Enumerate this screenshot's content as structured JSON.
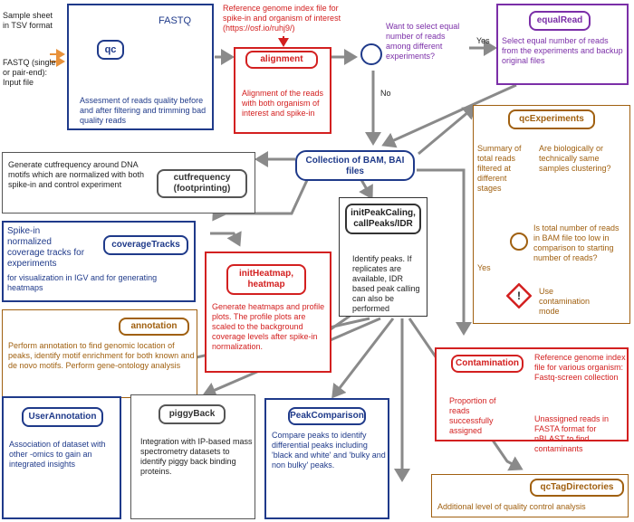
{
  "input": {
    "sample_sheet": "Sample sheet in TSV format",
    "fastq_input": "FASTQ (single or pair-end): Input file"
  },
  "qc": {
    "pill": "qc",
    "fastq_label": "FASTQ",
    "description": "Assesment of reads quality before and after filtering and trimming bad quality reads"
  },
  "reference_note": "Reference genome index file for spike-in and organism of interest (https://osf.io/ruhj9/)",
  "alignment": {
    "pill": "alignment",
    "description": "Alignment of the reads with both organism of interest and spike-in"
  },
  "decision": {
    "question": "Want to select equal number of reads among different experiments?",
    "yes": "Yes",
    "no": "No"
  },
  "equalRead": {
    "pill": "equalRead",
    "description": "Select equal number of reads from the experiments and backup original files"
  },
  "collection": {
    "pill": "Collection of BAM, BAI files"
  },
  "cutfrequency": {
    "pill": "cutfrequency (footprinting)",
    "description": "Generate cutfrequency around DNA motifs which are normalized with both spike-in and control experiment"
  },
  "qcExperiments": {
    "pill": "qcExperiments",
    "summary": "Summary of total reads filtered at different stages",
    "clustering": "Are biologically or technically same samples clustering?",
    "too_low": "Is total number of reads in BAM file too low in comparison to starting number of reads?",
    "yes": "Yes",
    "use_mode": "Use contamination mode"
  },
  "coverageTracks": {
    "pill": "coverageTracks",
    "title": "Spike-in normalized coverage tracks for experiments",
    "description": "for visualization in IGV and for generating heatmaps"
  },
  "initPeak": {
    "pill": "initPeakCaling, callPeaks/IDR",
    "description": "Identify peaks. If replicates are available, IDR based peak calling can also be performed"
  },
  "initHeatmap": {
    "pill": "initHeatmap, heatmap",
    "description": "Generate heatmaps and profile plots. The profile plots are scaled to the background coverage levels after spike-in normalization."
  },
  "annotation": {
    "pill": "annotation",
    "description": "Perform annotation to find genomic location of peaks, identify motif enrichment for both known and de novo motifs. Perform gene-ontology analysis"
  },
  "contamination": {
    "pill": "Contamination",
    "reference": "Reference genome index file for various organism: Fastq-screen collection",
    "proportion": "Proportion of reads successfully assigned",
    "unassigned": "Unassigned reads in FASTA format for nBLAST to find contaminants"
  },
  "userAnnotation": {
    "pill": "UserAnnotation",
    "description": "Association of dataset with other -omics to gain an integrated insights"
  },
  "piggyBack": {
    "pill": "piggyBack",
    "description": "Integration with IP-based mass spectrometry datasets to identify piggy back binding proteins."
  },
  "peakComparison": {
    "pill": "PeakComparison",
    "description": "Compare peaks to identify differential peaks including 'black and white' and 'bulky and non bulky' peaks."
  },
  "qcTagDirectories": {
    "pill": "qcTagDirectories",
    "description": "Additional level of quality control analysis"
  },
  "colors": {
    "blue": "#1f3a8a",
    "red": "#d32020",
    "purple": "#7b2fa8",
    "brown": "#a06010",
    "gray_arrow": "#8a8a8a",
    "orange_arrow": "#e8913a"
  }
}
